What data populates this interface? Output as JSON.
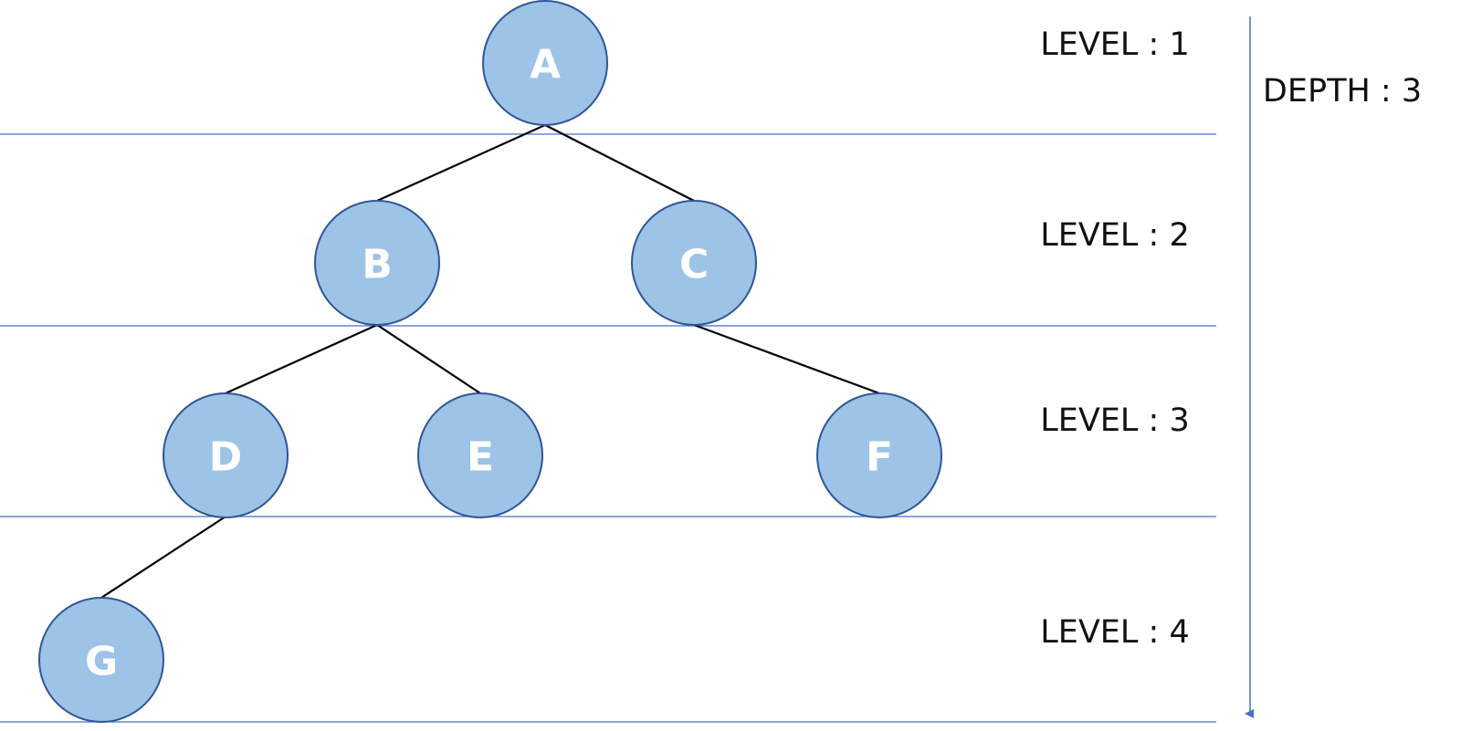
{
  "diagram": {
    "nodes": [
      {
        "id": "A",
        "label": "A"
      },
      {
        "id": "B",
        "label": "B"
      },
      {
        "id": "C",
        "label": "C"
      },
      {
        "id": "D",
        "label": "D"
      },
      {
        "id": "E",
        "label": "E"
      },
      {
        "id": "F",
        "label": "F"
      },
      {
        "id": "G",
        "label": "G"
      }
    ],
    "edges": [
      {
        "from": "A",
        "to": "B"
      },
      {
        "from": "A",
        "to": "C"
      },
      {
        "from": "B",
        "to": "D"
      },
      {
        "from": "B",
        "to": "E"
      },
      {
        "from": "C",
        "to": "F"
      },
      {
        "from": "D",
        "to": "G"
      }
    ],
    "levels": [
      {
        "label": "LEVEL : 1"
      },
      {
        "label": "LEVEL : 2"
      },
      {
        "label": "LEVEL : 3"
      },
      {
        "label": "LEVEL : 4"
      }
    ],
    "depth_label": "DEPTH : 3"
  },
  "colors": {
    "node_fill": "#9dc3e6",
    "node_stroke": "#2f5597",
    "edge": "#000000",
    "divider": "#4472c4",
    "text": "#111111",
    "node_text": "#ffffff"
  }
}
